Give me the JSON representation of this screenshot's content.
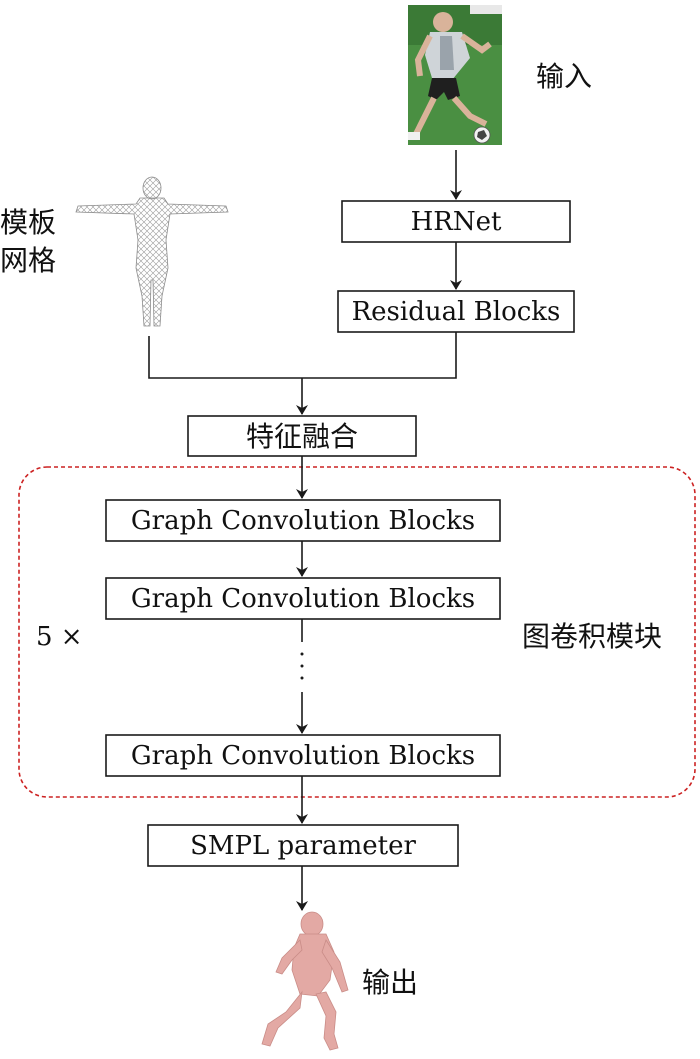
{
  "labels": {
    "input": "输入",
    "template_mesh_line1": "模板",
    "template_mesh_line2": "网格",
    "output": "输出",
    "repeat": "5 ×",
    "gcn_module": "图卷积模块"
  },
  "blocks": {
    "hrnet": "HRNet",
    "residual": "Residual Blocks",
    "fusion": "特征融合",
    "gcb1": "Graph Convolution Blocks",
    "gcb2": "Graph Convolution Blocks",
    "gcb3": "Graph Convolution Blocks",
    "smpl": "SMPL parameter"
  },
  "colors": {
    "module_border": "#cc2222",
    "stroke": "#1a1a1a",
    "grass": "#3f8a3a",
    "mesh": "#8c8c8c",
    "body_output": "#e3a9a4"
  },
  "icons": {
    "input_photo": "soccer-player-photo",
    "template_mesh": "t-pose-wireframe-mesh",
    "output_body": "running-3d-body-mesh"
  }
}
